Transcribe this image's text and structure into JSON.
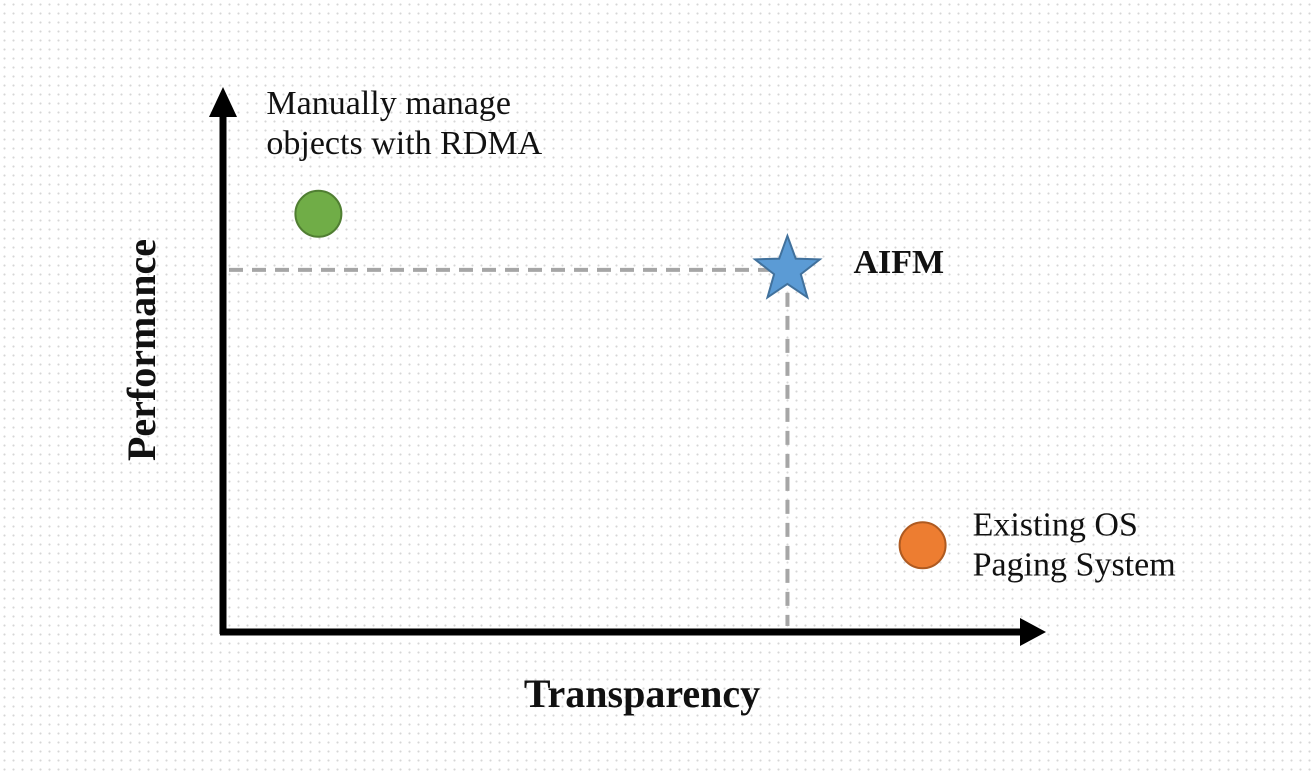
{
  "chart_data": {
    "type": "scatter",
    "xlabel": "Transparency",
    "ylabel": "Performance",
    "xlim": [
      0,
      1
    ],
    "ylim": [
      0,
      1
    ],
    "grid": false,
    "points": [
      {
        "label_lines": [
          "Manually manage",
          "objects with RDMA"
        ],
        "x": 0.12,
        "y": 0.82,
        "marker": "circle",
        "color": "#70ad47",
        "stroke": "#507e32",
        "label_bold": false
      },
      {
        "label_lines": [
          "AIFM"
        ],
        "x": 0.71,
        "y": 0.71,
        "marker": "star",
        "color": "#5b9bd5",
        "stroke": "#41719c",
        "label_bold": true
      },
      {
        "label_lines": [
          "Existing OS",
          "Paging System"
        ],
        "x": 0.88,
        "y": 0.17,
        "marker": "circle",
        "color": "#ed7d31",
        "stroke": "#ae5a21",
        "label_bold": false
      }
    ],
    "guide_lines": {
      "point": "AIFM",
      "color": "#a6a6a6",
      "style": "dashed"
    },
    "axis_color": "#000000"
  }
}
